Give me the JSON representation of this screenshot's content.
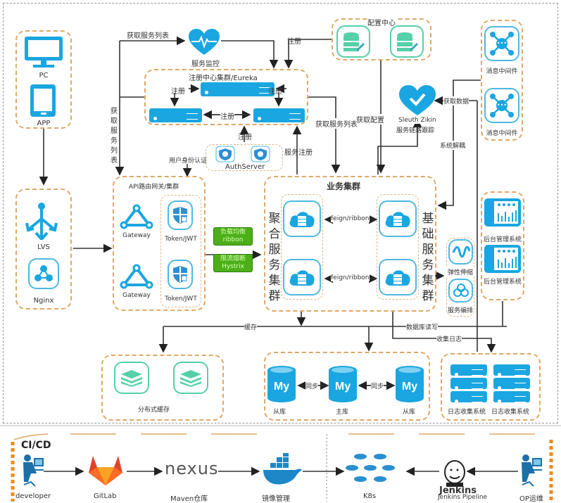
{
  "clients": {
    "pc": "PC",
    "app": "APP"
  },
  "lb": {
    "lvs": "LVS",
    "nginx": "Nginx"
  },
  "monitor": {
    "label": "服务监控"
  },
  "eureka": {
    "title": "注册中心集群/Eureka",
    "reg": "注册"
  },
  "auth": {
    "label": "AuthServer",
    "reg": "注册",
    "user_auth": "用户身份认证",
    "service_reg": "服务注册"
  },
  "config": {
    "title": "配置中心"
  },
  "tracing": {
    "label1": "Sleuth Zikin",
    "label2": "服务链路跟踪",
    "get_data": "获取数据",
    "decouple": "系统解耦"
  },
  "mq": {
    "items": [
      "消息中间件",
      "消息中间件"
    ]
  },
  "gateway": {
    "title": "API路由网关/集群",
    "items": [
      "Gateway",
      "Gateway"
    ],
    "tokens": [
      "Token/JWT",
      "Token/JWT"
    ]
  },
  "badges": {
    "lb1": "负载均衡",
    "lb2": "ribbon",
    "cb1": "限流熔断",
    "cb2": "Hystrix"
  },
  "business": {
    "title": "业务集群",
    "aggregate": "聚合服务集群",
    "base": "基础服务集群",
    "link": "feign/ribbon"
  },
  "ops": {
    "scale": "弹性伸缩",
    "orchestrate": "服务编排"
  },
  "admin": {
    "items": [
      "后台管理系统",
      "后台管理系统"
    ]
  },
  "flows": {
    "get_list": "获取服务列表",
    "get_list_v": "获取服务列表",
    "get_config": "获取配置",
    "register": "注册",
    "cache": "缓存",
    "db_rw": "数据库读写",
    "collect_logs": "收集日志"
  },
  "cache": {
    "label": "分布式缓存"
  },
  "db": {
    "slave1": "从库",
    "master": "主库",
    "slave2": "从库",
    "sync": "同步",
    "logo": "My"
  },
  "logs": {
    "items": [
      "日志收集系统",
      "日志收集系统"
    ]
  },
  "cicd": {
    "title": "CI/CD",
    "developer": "developer",
    "gitlab": "GitLab",
    "nexus_logo": "nexus",
    "maven": "Maven仓库",
    "image_mgmt": "镜像管理",
    "k8s": "K8s",
    "jenkins_logo": "Jenkins",
    "jenkins": "Jenkins Pipeline",
    "op": "OP运维"
  }
}
